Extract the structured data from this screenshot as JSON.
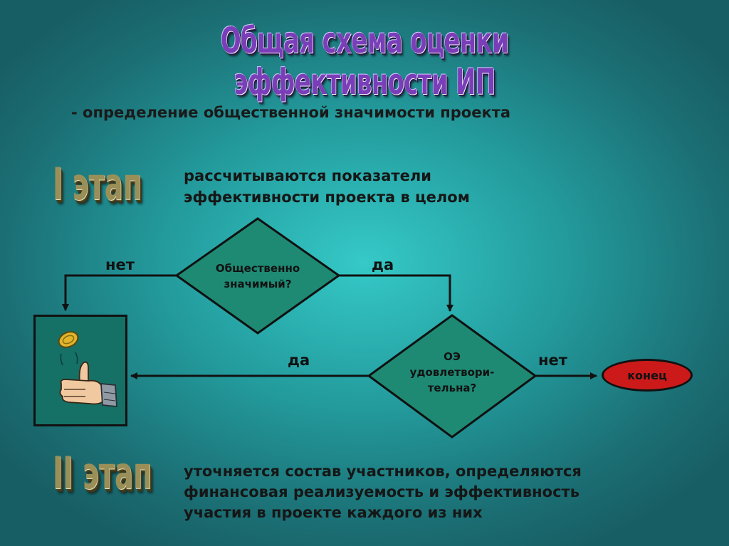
{
  "title": "Общая схема оценки эффективности ИП",
  "subtitle": "- определение общественной значимости проекта",
  "stage1": {
    "label": "I этап",
    "description_line1": "рассчитываются показатели",
    "description_line2": "эффективности проекта в целом"
  },
  "stage2": {
    "label": "II этап",
    "description_line1": "уточняется состав участников, определяются",
    "description_line2": "финансовая реализуемость и эффективность",
    "description_line3": "участия в проекте каждого из них"
  },
  "decision1": {
    "line1": "Общественно",
    "line2": "значимый?",
    "no_label": "нет",
    "yes_label": "да"
  },
  "decision2": {
    "line1": "ОЭ",
    "line2": "удовлетвори-",
    "line3": "тельна?",
    "no_label": "нет",
    "yes_label": "да"
  },
  "end_label": "конец",
  "colors": {
    "diamond_fill": "#1e8a74",
    "end_fill": "#cc1a1a",
    "title": "#7a3fb8",
    "stage_text": "#9b8f58"
  },
  "icons": [
    "coin-flip-hand-icon"
  ]
}
